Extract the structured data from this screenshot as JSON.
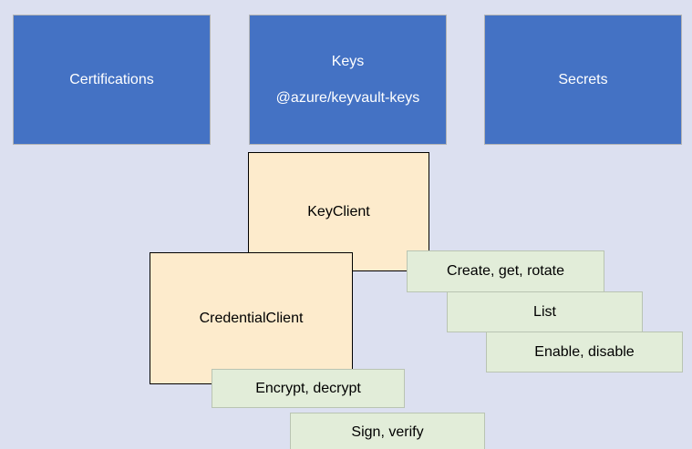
{
  "diagram": {
    "title": "Azure Key Vault Keys package diagram",
    "background_color": "#dce0f0",
    "palette": {
      "blue": "#4472c4",
      "cream": "#fdebcc",
      "green": "#e2edd9",
      "blue_text": "#ffffff",
      "box_text": "#000000"
    },
    "header_boxes": [
      {
        "label": "Certifications",
        "sublabel": ""
      },
      {
        "label": "Keys",
        "sublabel": "@azure/keyvault-keys"
      },
      {
        "label": "Secrets",
        "sublabel": ""
      }
    ],
    "client_boxes": [
      {
        "label": "KeyClient"
      },
      {
        "label": "CredentialClient"
      }
    ],
    "operation_boxes": [
      {
        "label": "Create, get, rotate"
      },
      {
        "label": "List"
      },
      {
        "label": "Enable, disable"
      },
      {
        "label": "Encrypt, decrypt"
      },
      {
        "label": "Sign, verify"
      }
    ]
  }
}
